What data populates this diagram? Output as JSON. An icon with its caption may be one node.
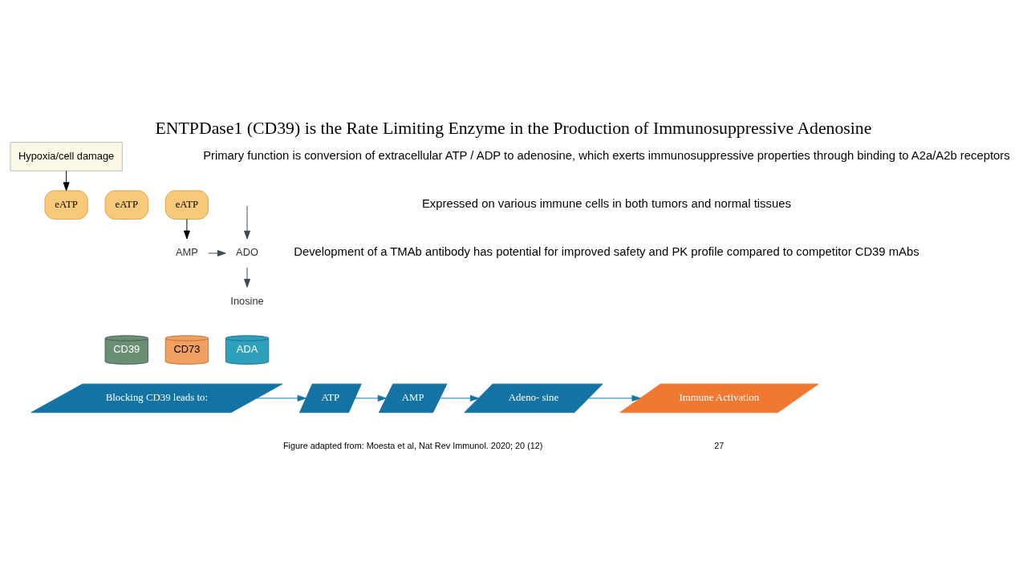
{
  "diagram": {
    "title": "ENTPDase1 (CD39) is the Rate Limiting Enzyme in the Production of Immunosuppressive Adenosine",
    "nodes": [
      {
        "text": [
          "Hypoxia/cell damage"
        ]
      },
      {
        "text": [
          "eATP"
        ]
      },
      {
        "text": [
          "eATP"
        ]
      },
      {
        "text": [
          "eATP"
        ]
      },
      {
        "text": [
          "AMP"
        ]
      },
      {
        "text": [
          "ADO"
        ]
      },
      {
        "text": [
          "Inosine"
        ]
      },
      {
        "text": [
          "CD39"
        ]
      },
      {
        "text": [
          "CD73"
        ]
      },
      {
        "text": [
          "ADA"
        ]
      },
      {
        "text": [
          "Blocking CD39 leads to:"
        ]
      },
      {
        "text": [
          "ATP"
        ]
      },
      {
        "text": [
          "AMP"
        ]
      },
      {
        "text": [
          "Adeno- sine"
        ]
      },
      {
        "text": [
          "Immune Activation"
        ]
      }
    ],
    "edges": [
      {
        "from": 0,
        "to": 1,
        "arrow": "to",
        "color": "#000000"
      },
      {
        "from": 3,
        "to": 4,
        "arrow": "to",
        "color": "#000000"
      },
      {
        "from": 4,
        "to": 5,
        "arrow": "to",
        "color": "#3b4a55"
      },
      {
        "from": 5,
        "to": 6,
        "arrow": "to",
        "color": "#3b4a55"
      },
      {
        "from": null,
        "to": 5,
        "arrow": "to",
        "color": "#3b4a55"
      },
      {
        "from": 10,
        "to": 11,
        "arrow": "to"
      },
      {
        "from": 11,
        "to": 12,
        "arrow": "to"
      },
      {
        "from": 12,
        "to": 13,
        "arrow": "to"
      },
      {
        "from": 13,
        "to": 14,
        "arrow": "to"
      }
    ],
    "labels": [
      "Primary function is conversion of extracellular ATP / ADP to adenosine, which exerts immunosuppressive properties through binding to A2a/A2b receptors",
      "Expressed on various immune cells in both tumors and normal tissues",
      "Development of a TMAb antibody has potential for improved safety and PK profile compared to competitor CD39 mAbs",
      "Figure adapted from: Moesta et al, Nat Rev Immunol. 2020; 20 (12)",
      "27"
    ]
  }
}
